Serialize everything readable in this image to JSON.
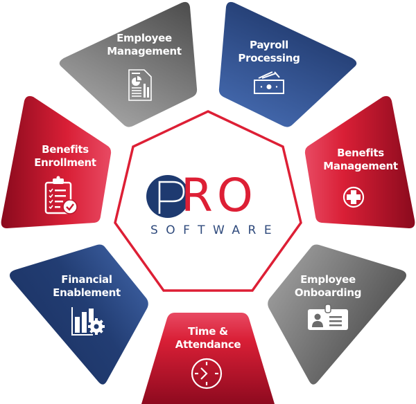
{
  "diagram": {
    "center": {
      "logo_main": "PRO",
      "logo_p": "P",
      "logo_rest": "RO",
      "logo_sub": "SOFTWARE",
      "ring_color": "#dd1f35"
    },
    "colors": {
      "red": "#d61c33",
      "red_dark": "#8e0a1f",
      "blue": "#3f63a5",
      "blue_dark": "#1d3566",
      "gray": "#9a9a9a",
      "gray_dark": "#4e4e4e",
      "logo_navy": "#1e3a70"
    },
    "segments": [
      {
        "id": "employee-management",
        "line1": "Employee",
        "line2": "Management",
        "color": "gray",
        "icon": "report-document-icon"
      },
      {
        "id": "payroll-processing",
        "line1": "Payroll",
        "line2": "Processing",
        "color": "blue",
        "icon": "cash-bill-icon"
      },
      {
        "id": "benefits-management",
        "line1": "Benefits",
        "line2": "Management",
        "color": "red",
        "icon": "medical-cross-icon"
      },
      {
        "id": "employee-onboarding",
        "line1": "Employee",
        "line2": "Onboarding",
        "color": "gray",
        "icon": "id-badge-icon"
      },
      {
        "id": "time-attendance",
        "line1": "Time &",
        "line2": "Attendance",
        "color": "red",
        "icon": "clock-icon"
      },
      {
        "id": "financial-enablement",
        "line1": "Financial",
        "line2": "Enablement",
        "color": "blue",
        "icon": "chart-gear-icon"
      },
      {
        "id": "benefits-enrollment",
        "line1": "Benefits",
        "line2": "Enrollment",
        "color": "red",
        "icon": "clipboard-check-icon"
      }
    ]
  }
}
